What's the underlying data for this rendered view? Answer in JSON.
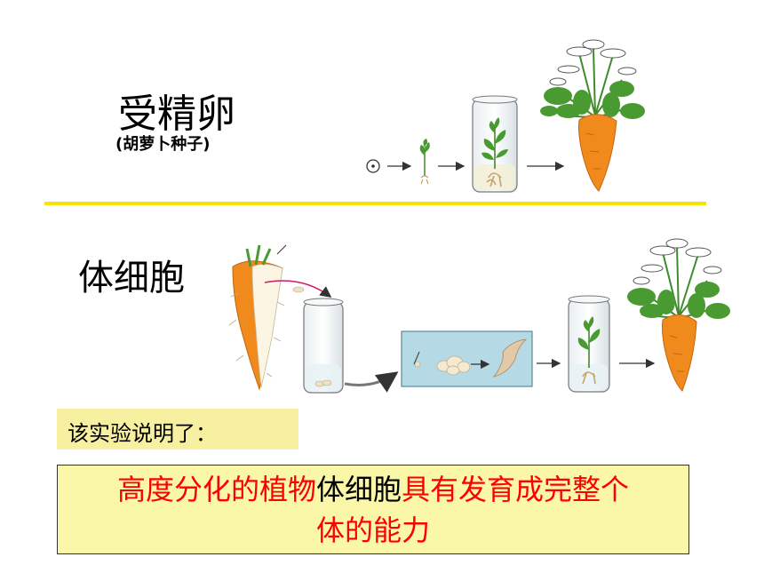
{
  "top": {
    "title": "受精卵",
    "subtitle": "(胡萝卜种子)"
  },
  "bottom": {
    "title": "体细胞"
  },
  "note": {
    "text": "该实验说明了："
  },
  "conclusion": {
    "part1": "高度分化的植物",
    "part2": "体细胞",
    "part3": "具有发育成完整个",
    "part4": "体的能力"
  },
  "colors": {
    "divider": "#f5e400",
    "note_bg": "#f7f0a0",
    "conclusion_bg": "#fbf7a8",
    "emphasis": "#ff0000",
    "carrot": "#f08a1c",
    "leaf": "#3f8a2c"
  },
  "icons": [
    "seed-icon",
    "arrow-icon",
    "seedling-icon",
    "test-tube-icon",
    "carrot-plant-icon",
    "carrot-root-icon",
    "culture-dish-icon",
    "callus-icon"
  ]
}
